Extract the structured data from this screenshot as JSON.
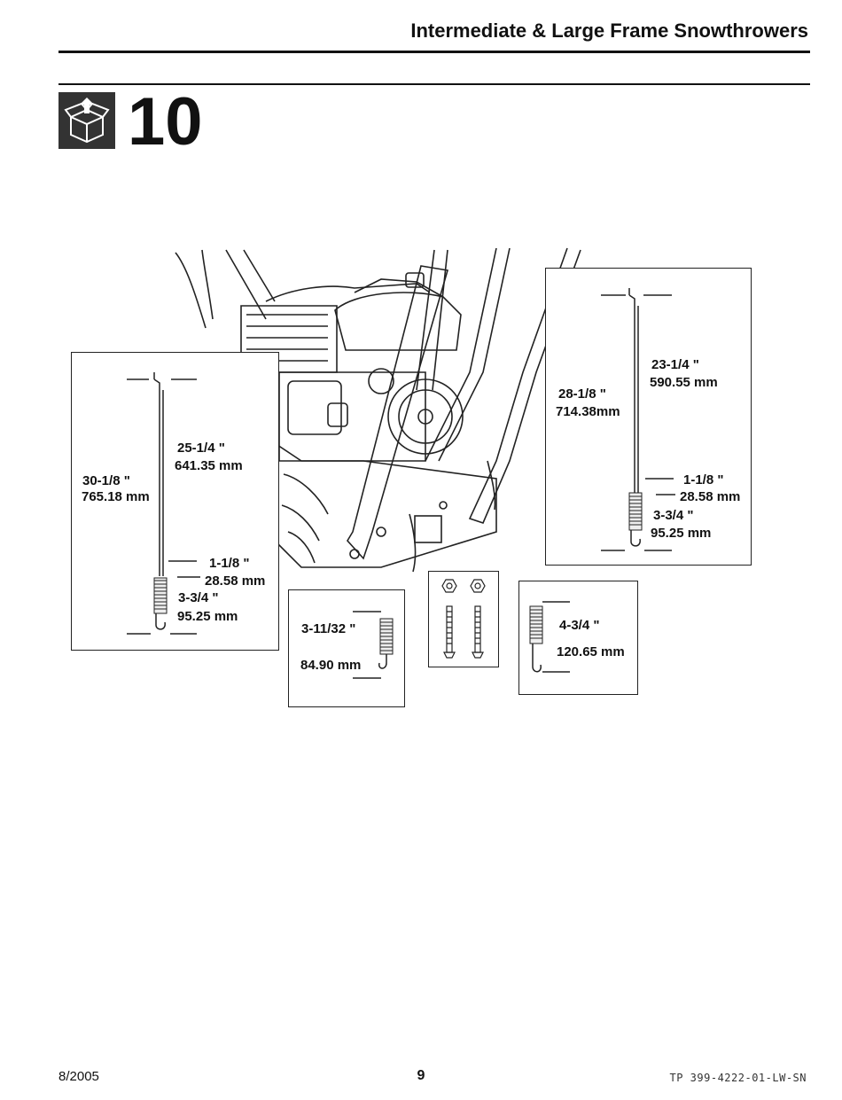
{
  "header": {
    "title": "Intermediate & Large Frame Snowthrowers"
  },
  "step": {
    "number": "10",
    "icon": "box-unpack-icon"
  },
  "spring_left": {
    "overall_in": "30-1/8 \"",
    "overall_mm": "765.18 mm",
    "body_in": "25-1/4 \"",
    "body_mm": "641.35 mm",
    "neck_in": "1-1/8 \"",
    "neck_mm": "28.58 mm",
    "coil_in": "3-3/4 \"",
    "coil_mm": "95.25 mm"
  },
  "spring_right": {
    "overall_in": "28-1/8 \"",
    "overall_mm": "714.38mm",
    "body_in": "23-1/4 \"",
    "body_mm": "590.55 mm",
    "neck_in": "1-1/8 \"",
    "neck_mm": "28.58 mm",
    "coil_in": "3-3/4 \"",
    "coil_mm": "95.25 mm"
  },
  "spring_small": {
    "length_in": "3-11/32 \"",
    "length_mm": "84.90 mm"
  },
  "spring_medium": {
    "length_in": "4-3/4 \"",
    "length_mm": "120.65 mm"
  },
  "hardware": {
    "icon": "bolts-and-nuts-icon"
  },
  "footer": {
    "date": "8/2005",
    "page": "9",
    "part_number": "TP 399-4222-01-LW-SN"
  }
}
